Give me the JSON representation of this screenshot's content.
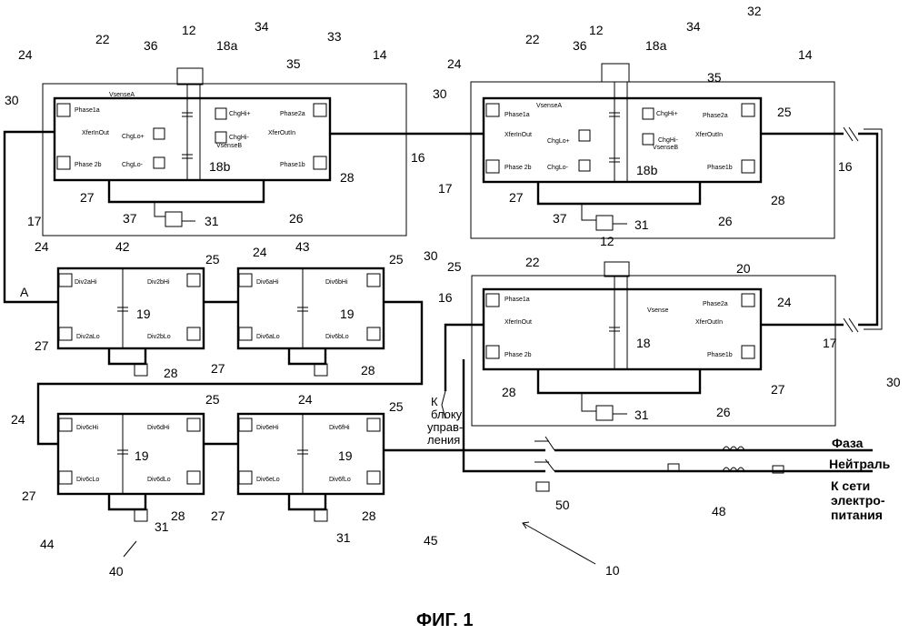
{
  "figure": {
    "title": "ФИГ. 1"
  },
  "refs": {
    "r10": "10",
    "r12": "12",
    "r14": "14",
    "r16": "16",
    "r17": "17",
    "r18": "18",
    "r18a": "18a",
    "r18b": "18b",
    "r19": "19",
    "r20": "20",
    "r22": "22",
    "r24": "24",
    "r25": "25",
    "r26": "26",
    "r27": "27",
    "r28": "28",
    "r30": "30",
    "r31": "31",
    "r32": "32",
    "r33": "33",
    "r34": "34",
    "r35": "35",
    "r36": "36",
    "r37": "37",
    "r40": "40",
    "r42": "42",
    "r43": "43",
    "r44": "44",
    "r45": "45",
    "r48": "48",
    "r50": "50",
    "A": "A"
  },
  "signals": {
    "phase1a": "Phase1a",
    "phase1b": "Phase1b",
    "phase2a": "Phase2a",
    "phase2b": "Phase 2b",
    "vsenseA": "VsenseA",
    "vsenseB": "VsenseB",
    "vsense": "Vsense",
    "xferInOut": "XferInOut",
    "xferOutIn": "XferOutIn",
    "chgLoPlus": "ChgLo+",
    "chgLoMinus": "ChgLo-",
    "chgHiPlus": "ChgHi+",
    "chgHiMinus": "ChgHi-",
    "div2aHi": "Div2aHi",
    "div2aLo": "Div2aLo",
    "div2bHi": "Div2bHi",
    "div2bLo": "Div2bLo",
    "div6aHi": "Div6aHi",
    "div6aLo": "Div6aLo",
    "div6bHi": "Div6bHi",
    "div6bLo": "Div6bLo",
    "div6cHi": "Div6cHi",
    "div6cLo": "Div6cLo",
    "div6dHi": "Div6dHi",
    "div6dLo": "Div6dLo",
    "div6eHi": "Div6eHi",
    "div6eLo": "Div6eLo",
    "div6fHi": "Div6fHi",
    "div6fLo": "Div6fLo"
  },
  "labels": {
    "toControl1": "К",
    "toControl2": "блоку",
    "toControl3": "управ-",
    "toControl4": "ления",
    "phase": "Фаза",
    "neutral": "Нейтраль",
    "grid1": "К сети",
    "grid2": "электро-",
    "grid3": "питания"
  }
}
